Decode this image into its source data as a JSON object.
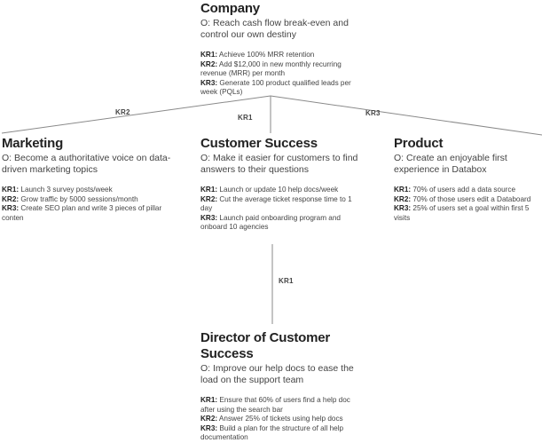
{
  "nodes": {
    "company": {
      "title": "Company",
      "objective": "O: Reach cash flow break-even and control our own destiny",
      "krs": [
        {
          "label": "KR1:",
          "text": " Achieve 100% MRR retention"
        },
        {
          "label": "KR2:",
          "text": " Add $12,000 in new monthly recurring revenue (MRR) per month"
        },
        {
          "label": "KR3:",
          "text": " Generate 100 product qualified leads per week (PQLs)"
        }
      ]
    },
    "marketing": {
      "title": "Marketing",
      "objective": "O: Become a authoritative voice on data-driven marketing topics",
      "krs": [
        {
          "label": "KR1:",
          "text": " Launch 3 survey posts/week"
        },
        {
          "label": "KR2:",
          "text": " Grow traffic by 5000 sessions/month"
        },
        {
          "label": "KR3:",
          "text": " Create SEO plan and write 3 pieces of pillar conten"
        }
      ]
    },
    "customer_success": {
      "title": "Customer Success",
      "objective": "O: Make it easier for customers to find answers to their questions",
      "krs": [
        {
          "label": "KR1:",
          "text": " Launch or update 10 help docs/week"
        },
        {
          "label": "KR2:",
          "text": " Cut the average ticket response time to 1 day"
        },
        {
          "label": "KR3:",
          "text": " Launch paid onboarding program and onboard 10 agencies"
        }
      ]
    },
    "product": {
      "title": "Product",
      "objective": "O: Create an enjoyable first experience in Databox",
      "krs": [
        {
          "label": "KR1:",
          "text": " 70% of users add a data source"
        },
        {
          "label": "KR2:",
          "text": " 70% of those users edit a Databoard"
        },
        {
          "label": "KR3:",
          "text": " 25% of users set a goal within first 5 visits"
        }
      ]
    },
    "director_cs": {
      "title": "Director of Customer Success",
      "objective": "O: Improve our help docs to ease the load on the support team",
      "krs": [
        {
          "label": "KR1:",
          "text": " Ensure that 60% of users find a help doc after using the search bar"
        },
        {
          "label": "KR2:",
          "text": " Answer 25% of tickets using help docs"
        },
        {
          "label": "KR3:",
          "text": " Build a plan for the structure of all help documentation"
        }
      ]
    }
  },
  "edges": {
    "to_marketing": "KR2",
    "to_customer_success": "KR1",
    "to_product": "KR3",
    "to_director": "KR1"
  },
  "colors": {
    "line": "#8a8a8a",
    "title": "#222222",
    "text": "#444444"
  }
}
